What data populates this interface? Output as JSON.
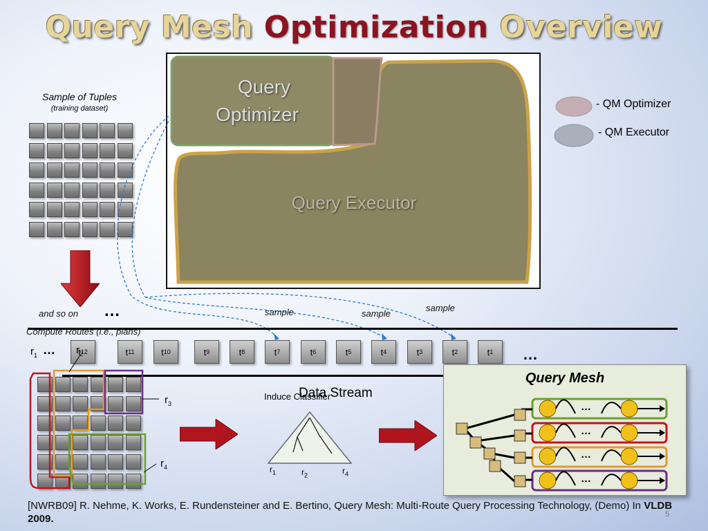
{
  "title": {
    "part1": "Query Mesh ",
    "part2": "Optimization",
    "part3": " Overview"
  },
  "sample": {
    "title": "Sample of Tuples",
    "subtitle": "(training dataset)"
  },
  "labels": {
    "and_so_on": "and so on",
    "ellipsis": "…",
    "compute_routes": "Compute Routes (i.e., plans)",
    "data_stream": "Data Stream",
    "induce_classifier": "Induce Classifier",
    "query_optimizer_line1": "Query",
    "query_optimizer_line2": "Optimizer",
    "query_executor": "Query Executor",
    "query_mesh": "Query Mesh"
  },
  "legend": {
    "optimizer": "- QM Optimizer",
    "executor": "- QM Executor"
  },
  "samples": [
    "sample",
    "sample",
    "sample"
  ],
  "tuples": [
    "t12",
    "t11",
    "t10",
    "t9",
    "t8",
    "t7",
    "t6",
    "t5",
    "t4",
    "t3",
    "t2",
    "t1"
  ],
  "routes": {
    "r1": "r",
    "r2": "r",
    "r3": "r",
    "r4": "r",
    "r1_sub": "1",
    "r2_sub": "2",
    "r3_sub": "3",
    "r4_sub": "4",
    "tree_r1": "r",
    "tree_r2": "r",
    "tree_r4": "r"
  },
  "colors": {
    "route1": "#c0141c",
    "route2": "#e09a2a",
    "route3": "#6a2c8c",
    "route4": "#6aa12c",
    "arrow": "#b0151d"
  },
  "footer": {
    "text": "[NWRB09] R. Nehme, K. Works, E. Rundensteiner and E. Bertino, Query Mesh: Multi-Route Query Processing Technology, (Demo) In ",
    "bold": "VLDB 2009.",
    "page": "5"
  }
}
